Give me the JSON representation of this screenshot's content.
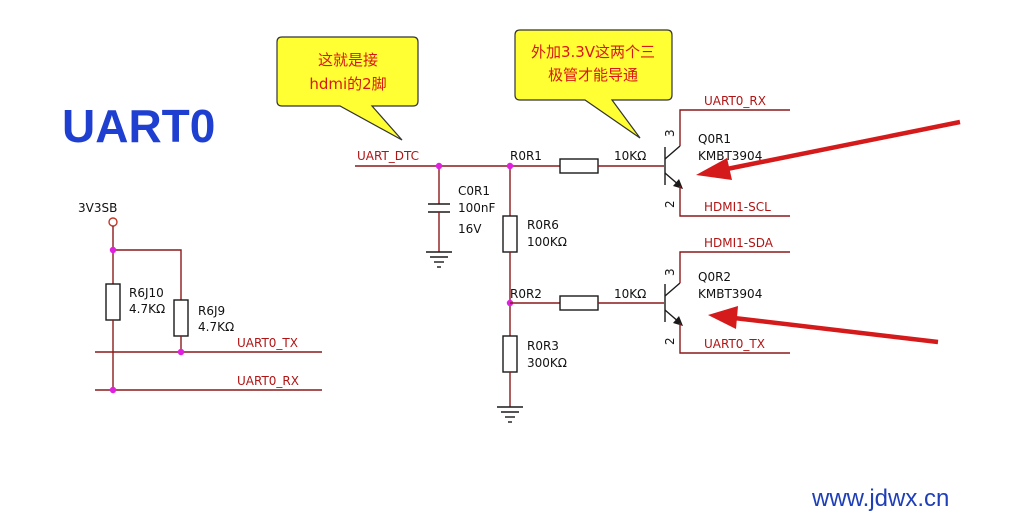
{
  "title": "UART0",
  "callouts": {
    "left": {
      "line1": "这就是接",
      "line2": "hdmi的2脚"
    },
    "right": {
      "line1": "外加3.3V这两个三",
      "line2": "极管才能导通"
    }
  },
  "nets": {
    "uart_dtc": "UART_DTC",
    "uart0_rx_top": "UART0_RX",
    "hdmi1_scl": "HDMI1-SCL",
    "hdmi1_sda": "HDMI1-SDA",
    "uart0_tx_right": "UART0_TX",
    "uart0_tx_left": "UART0_TX",
    "uart0_rx_left": "UART0_RX",
    "power": "3V3SB"
  },
  "components": {
    "r0r1": {
      "ref": "R0R1",
      "value": "10KΩ"
    },
    "r0r2": {
      "ref": "R0R2",
      "value": "10KΩ"
    },
    "r0r6": {
      "ref": "R0R6",
      "value": "100KΩ"
    },
    "r0r3": {
      "ref": "R0R3",
      "value": "300KΩ"
    },
    "c0r1": {
      "ref": "C0R1",
      "value": "100nF",
      "voltage": "16V"
    },
    "r6j10": {
      "ref": "R6J10",
      "value": "4.7KΩ"
    },
    "r6j9": {
      "ref": "R6J9",
      "value": "4.7KΩ"
    },
    "q0r1": {
      "ref": "Q0R1",
      "part": "KMBT3904",
      "pin_c": "3",
      "pin_e": "2"
    },
    "q0r2": {
      "ref": "Q0R2",
      "part": "KMBT3904",
      "pin_c": "3",
      "pin_e": "2"
    }
  },
  "watermark": "www.jdwx.cn",
  "colors": {
    "title": "#1f3fd0",
    "wire": "#8b1a1a",
    "net_label": "#b01515",
    "junction": "#e020e0",
    "callout_fill": "#ffff33",
    "callout_text": "#d81818",
    "arrow": "#d41a1a",
    "watermark": "#1f3fb8"
  }
}
